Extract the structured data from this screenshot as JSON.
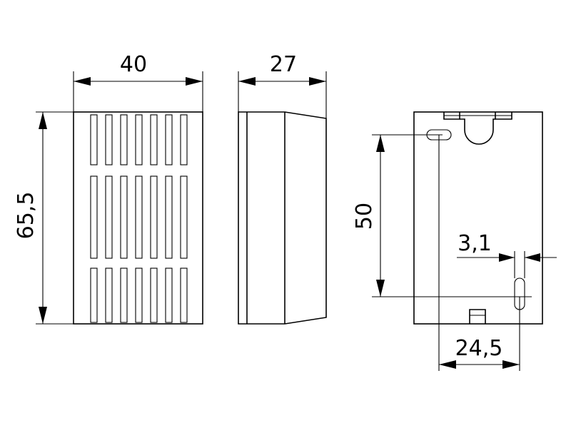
{
  "drawing": {
    "dimensions": {
      "width": "40",
      "depth": "27",
      "height": "65,5",
      "hole_spacing_vertical": "50",
      "slot_width": "3,1",
      "hole_offset_horizontal": "24,5"
    }
  },
  "colors": {
    "line": "#000000",
    "background": "#ffffff"
  }
}
